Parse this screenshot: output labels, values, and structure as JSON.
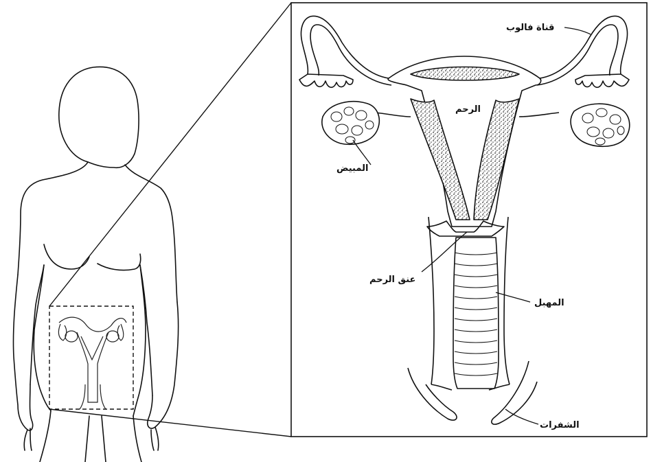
{
  "labels": {
    "fallopian_tube": "قناة فالوب",
    "uterus": "الرحم",
    "ovary": "المبيض",
    "cervix": "عنق الرحم",
    "vagina": "المهبل",
    "labia": "الشفرات"
  },
  "colors": {
    "line": "#111111",
    "background": "#ffffff",
    "stipple": "#444444"
  }
}
